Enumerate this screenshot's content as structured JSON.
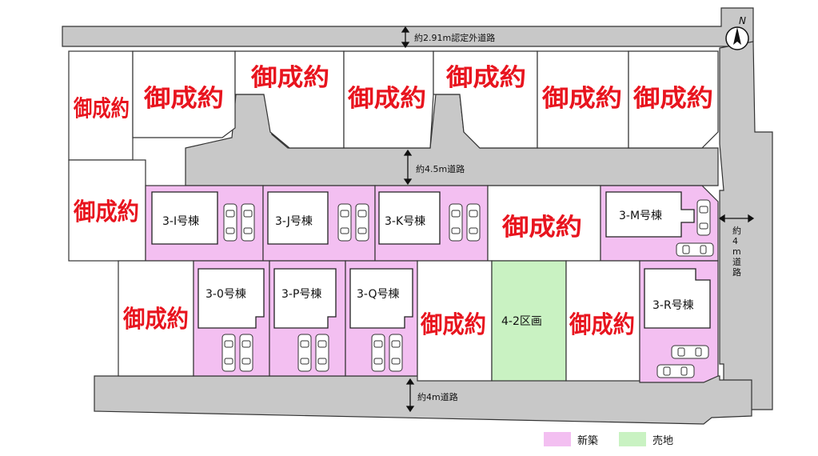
{
  "colors": {
    "road": "#c8c8c8",
    "new_build": "#f3bff1",
    "for_sale": "#c9f2c2",
    "stamp": "#e8141e"
  },
  "roads": {
    "top": "約2.91m認定外道路",
    "middle": "約4.5m道路",
    "bottom": "約4m道路",
    "right": "約\n4\nm\n道\n路"
  },
  "compass": {
    "label": "N"
  },
  "stamp_text": "御成約",
  "houses": {
    "I": "3-I号棟",
    "J": "3-J号棟",
    "K": "3-K号棟",
    "M": "3-M号棟",
    "O": "3-0号棟",
    "P": "3-P号棟",
    "Q": "3-Q号棟",
    "R": "3-R号棟"
  },
  "parcel_label": "4-2区画",
  "legend": [
    {
      "label": "新築",
      "color": "#f3bff1"
    },
    {
      "label": "売地",
      "color": "#c9f2c2"
    }
  ]
}
